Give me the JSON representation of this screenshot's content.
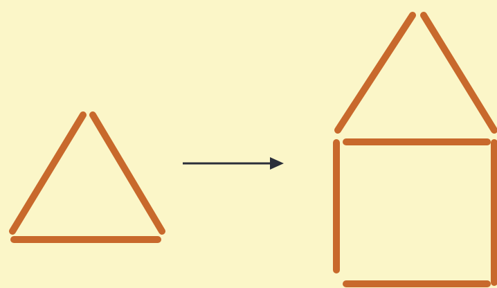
{
  "colors": {
    "background": "#fbf6c8",
    "matchstick": "#c8692c",
    "arrow": "#2b2f3a"
  },
  "figures": {
    "left": {
      "shape": "triangle",
      "matchsticks": 3
    },
    "right": {
      "shape": "house",
      "matchsticks": 6
    }
  },
  "connector": {
    "icon": "right-arrow-icon"
  }
}
